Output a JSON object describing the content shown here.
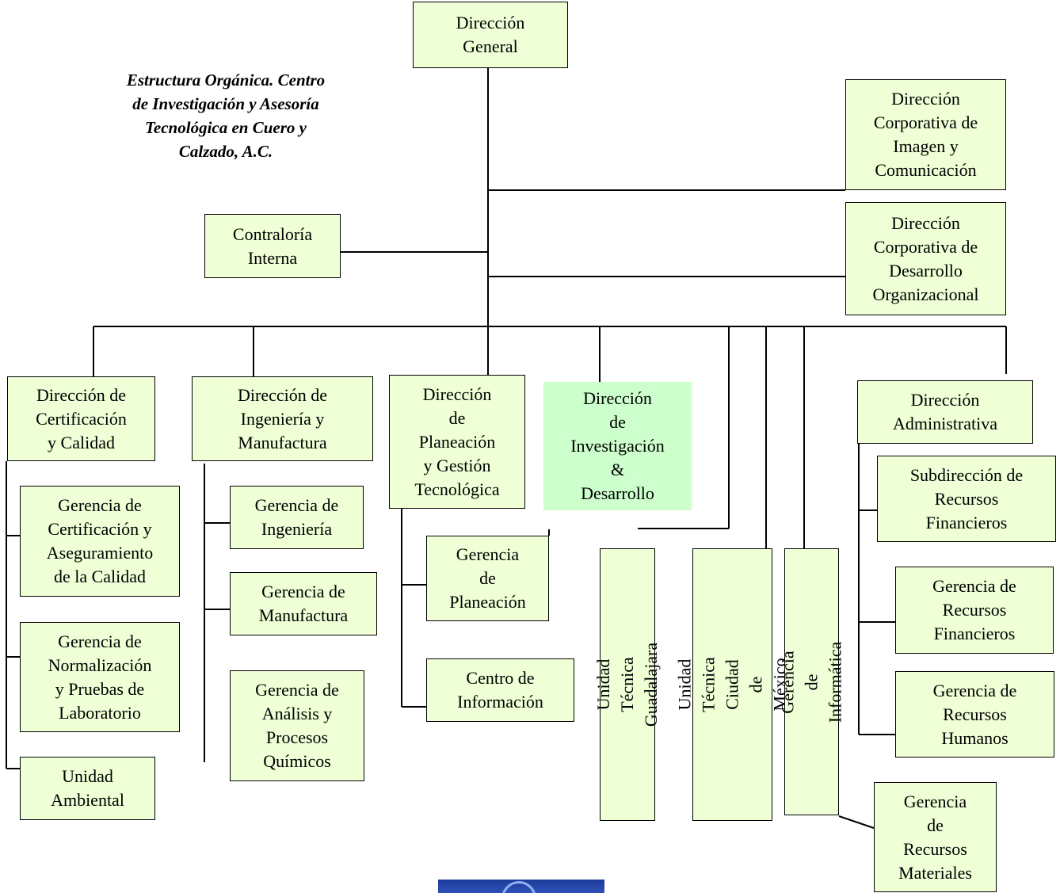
{
  "title": "Estructura Orgánica. Centro\nde Investigación y Asesoría\nTecnológica en Cuero y\nCalzado, A.C.",
  "boxes": {
    "direccion_general": "Dirección\nGeneral",
    "dir_imagen": "Dirección\nCorporativa  de\nImagen y\nComunicación",
    "contraloria": "Contraloría\nInterna",
    "dir_desarrollo_org": "Dirección\nCorporativa de\nDesarrollo\nOrganizacional",
    "dir_certificacion": "Dirección de\nCertificación\ny Calidad",
    "dir_ingenieria": "Dirección de\nIngeniería y\nManufactura",
    "dir_planeacion": "Dirección\nde\nPlaneación\ny Gestión\nTecnológica",
    "dir_investigacion": "Dirección\nde\nInvestigación\n&\nDesarrollo",
    "dir_administrativa": "Dirección\nAdministrativa",
    "ger_certificacion": "Gerencia de\nCertificación y\nAseguramiento\nde la Calidad",
    "ger_normalizacion": "Gerencia de\nNormalización\ny Pruebas de\nLaboratorio",
    "unidad_ambiental": "Unidad\nAmbiental",
    "ger_ingenieria": "Gerencia de\nIngeniería",
    "ger_manufactura": "Gerencia de\nManufactura",
    "ger_analisis": "Gerencia de\nAnálisis y\nProcesos\nQuímicos",
    "ger_planeacion": "Gerencia\nde\nPlaneación",
    "centro_informacion": "Centro de\nInformación",
    "unidad_guadalajara": "Unidad Técnica Guadalajara",
    "unidad_cdmx": "Unidad Técnica Ciudad de\nMéxico",
    "ger_informatica": "Gerencia de Informática",
    "subdir_rec_financieros": "Subdirección de\nRecursos\nFinancieros",
    "ger_rec_financieros": "Gerencia de\nRecursos\nFinancieros",
    "ger_rec_humanos": "Gerencia de\nRecursos\nHumanos",
    "ger_rec_materiales": "Gerencia\nde\nRecursos\nMateriales"
  },
  "colors": {
    "box_fill": "#efffd6",
    "highlight_fill": "#ccffcc",
    "line": "#000000",
    "logo": "#2e51b8"
  }
}
